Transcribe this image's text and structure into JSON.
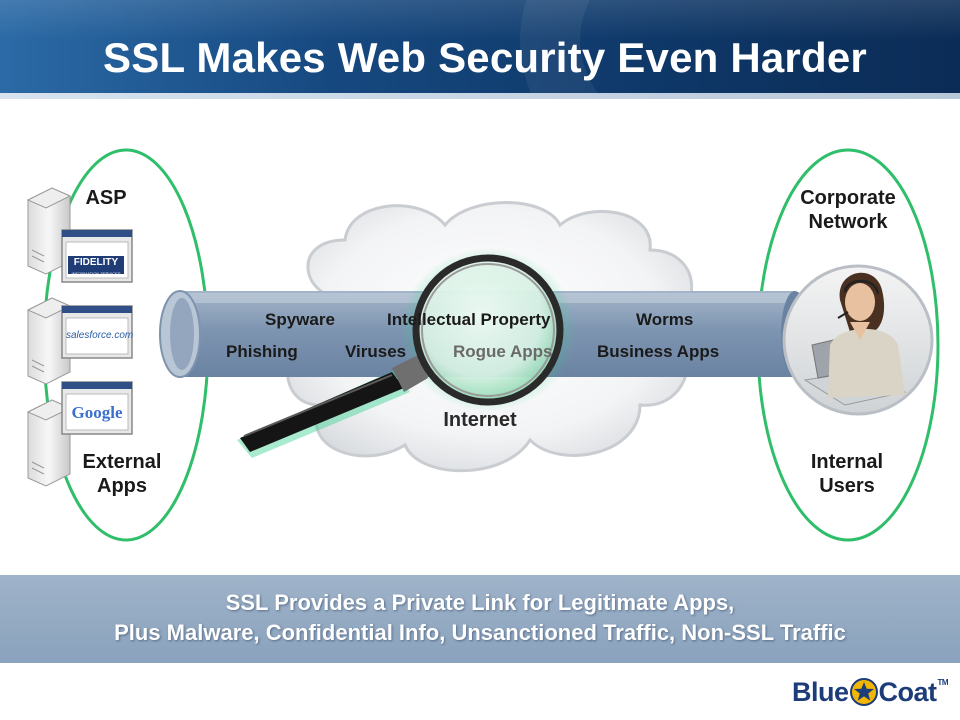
{
  "title": "SSL Makes Web Security Even Harder",
  "left_panel": {
    "top_label": "ASP",
    "bottom_label_line1": "External",
    "bottom_label_line2": "Apps",
    "servers": [
      {
        "logo_text": "FIDELITY",
        "logo_sub": "INFORMATION SERVICES"
      },
      {
        "logo_text": "salesforce.com"
      },
      {
        "logo_text": "Google"
      }
    ]
  },
  "right_panel": {
    "top_label_line1": "Corporate",
    "top_label_line2": "Network",
    "bottom_label_line1": "Internal",
    "bottom_label_line2": "Users"
  },
  "cloud_label": "Internet",
  "tunnel": {
    "row1": [
      "Spyware",
      "Intellectual Property",
      "Worms"
    ],
    "row2": [
      "Phishing",
      "Viruses",
      "Rogue Apps",
      "Business Apps"
    ]
  },
  "footer": {
    "line1": "SSL Provides a Private Link for Legitimate Apps,",
    "line2": "Plus Malware, Confidential Info, Unsanctioned Traffic, Non-SSL Traffic"
  },
  "logo": {
    "left": "Blue",
    "right": "Coat",
    "tm": "TM"
  },
  "colors": {
    "header_dark": "#0e3767",
    "ellipse_stroke": "#2fbe6a",
    "tunnel": "#8097b3",
    "footer_band": "#93a9c2",
    "logo": "#1c3d7a",
    "logo_star": "#f2b705"
  }
}
